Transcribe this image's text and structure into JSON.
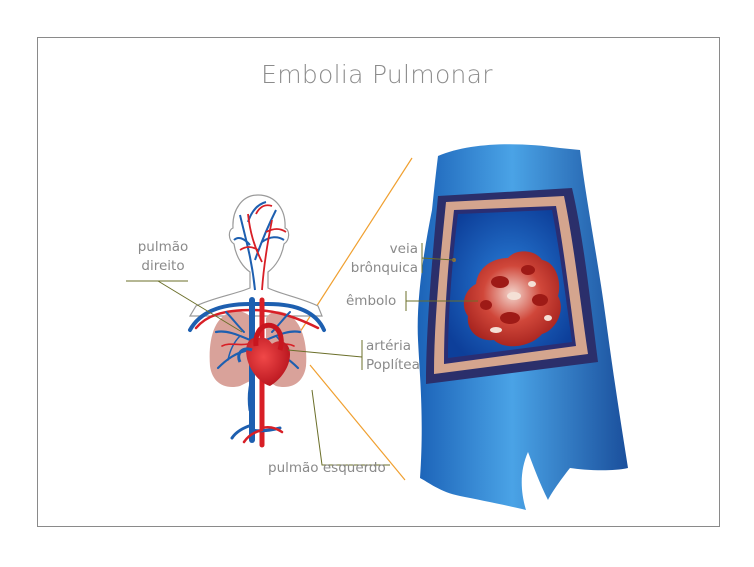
{
  "title": "Embolia Pulmonar",
  "labels": {
    "pulmao_direito": [
      "pulmão",
      "direito"
    ],
    "arteria_poplitea": [
      "artéria",
      "Poplítea"
    ],
    "pulmao_esquerdo": "pulmão esquerdo",
    "veia_bronquica": [
      "veia",
      "brônquica"
    ],
    "embolo": "êmbolo"
  },
  "colors": {
    "vein_blue": "#1d5fb0",
    "artery_red": "#d81f26",
    "lung_pink": "#d9a29a",
    "pointer_line": "#6b6f2a",
    "zoom_line": "#f0a030",
    "vessel_wall": "#2b2f6b",
    "clot": "#c0392b"
  }
}
